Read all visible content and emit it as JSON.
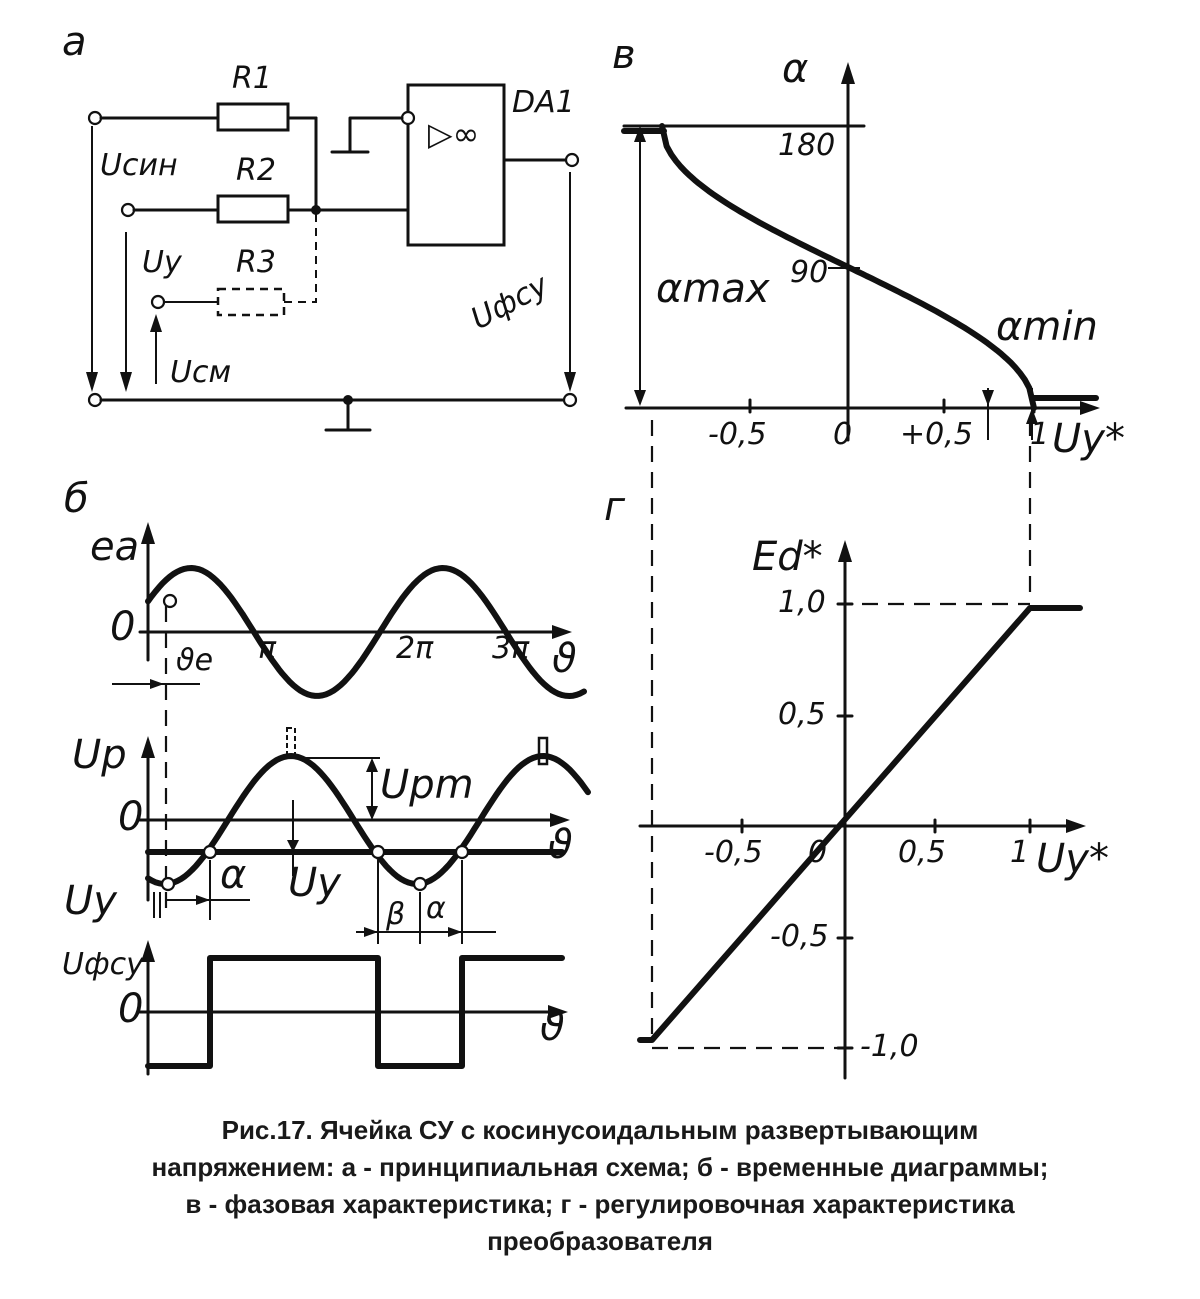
{
  "panels": {
    "a": {
      "letter": "а"
    },
    "b": {
      "letter": "б"
    },
    "v": {
      "letter": "в"
    },
    "g": {
      "letter": "г"
    }
  },
  "circuit": {
    "r1": "R1",
    "r2": "R2",
    "r3": "R3",
    "da1": "DA1",
    "opamp_symbol": "▷∞",
    "u_sin": "Uсин",
    "u_y": "Uу",
    "u_sm": "Uсм",
    "u_fsu": "Uфсу"
  },
  "time_diagrams": {
    "ea": "eа",
    "zero": "0",
    "pi": "π",
    "two_pi": "2π",
    "three_pi": "3π",
    "theta": "ϑ",
    "theta_e": "ϑe",
    "up": "Uр",
    "upm": "Uрm",
    "alpha": "α",
    "beta": "β",
    "uy": "Uу",
    "ufsu": "Uфсу"
  },
  "phase_char": {
    "alpha_axis": "α",
    "tick_180": "180",
    "tick_90": "90",
    "alpha_max": "αmax",
    "alpha_min": "αmin",
    "xt_m05": "-0,5",
    "xt_0": "0",
    "xt_p05": "+0,5",
    "xt_1": "1",
    "x_label": "Uу*"
  },
  "reg_char": {
    "y_label": "Ed*",
    "yt_10": "1,0",
    "yt_05": "0,5",
    "yt_m05": "-0,5",
    "yt_m10": "-1,0",
    "xt_m05": "-0,5",
    "xt_0": "0",
    "xt_05": "0,5",
    "xt_1": "1",
    "x_label": "Uу*"
  },
  "caption": {
    "line1": "Рис.17. Ячейка СУ с косинусоидальным развертывающим",
    "line2": "напряжением: а - принципиальная схема; б - временные диаграммы;",
    "line3": "в - фазовая характеристика; г - регулировочная характеристика",
    "line4": "преобразователя"
  }
}
